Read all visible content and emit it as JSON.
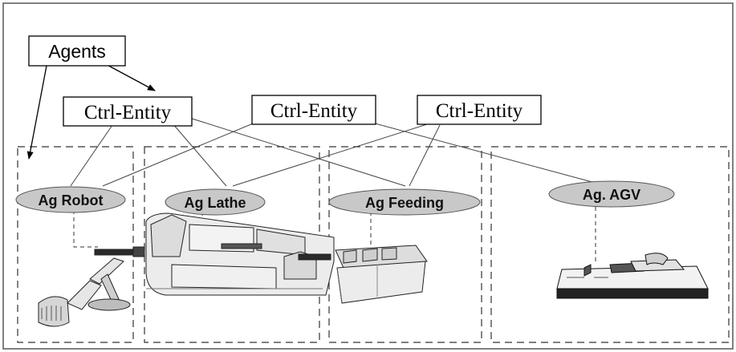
{
  "agents_label": "Agents",
  "ctrl_entities": [
    {
      "label": "Ctrl-Entity"
    },
    {
      "label": "Ctrl-Entity"
    },
    {
      "label": "Ctrl-Entity"
    }
  ],
  "agent_nodes": [
    {
      "label": "Ag Robot"
    },
    {
      "label": "Ag Lathe"
    },
    {
      "label": "Ag Feeding"
    },
    {
      "label": "Ag. AGV"
    }
  ],
  "equipment_icons": [
    "robot-arm-icon",
    "lathe-machine-icon",
    "feeding-machine-icon",
    "agv-vehicle-icon"
  ],
  "colors": {
    "ellipse_fill": "#c8c8c8",
    "box_border": "#000000",
    "line": "#333333",
    "dashed": "#333333"
  }
}
